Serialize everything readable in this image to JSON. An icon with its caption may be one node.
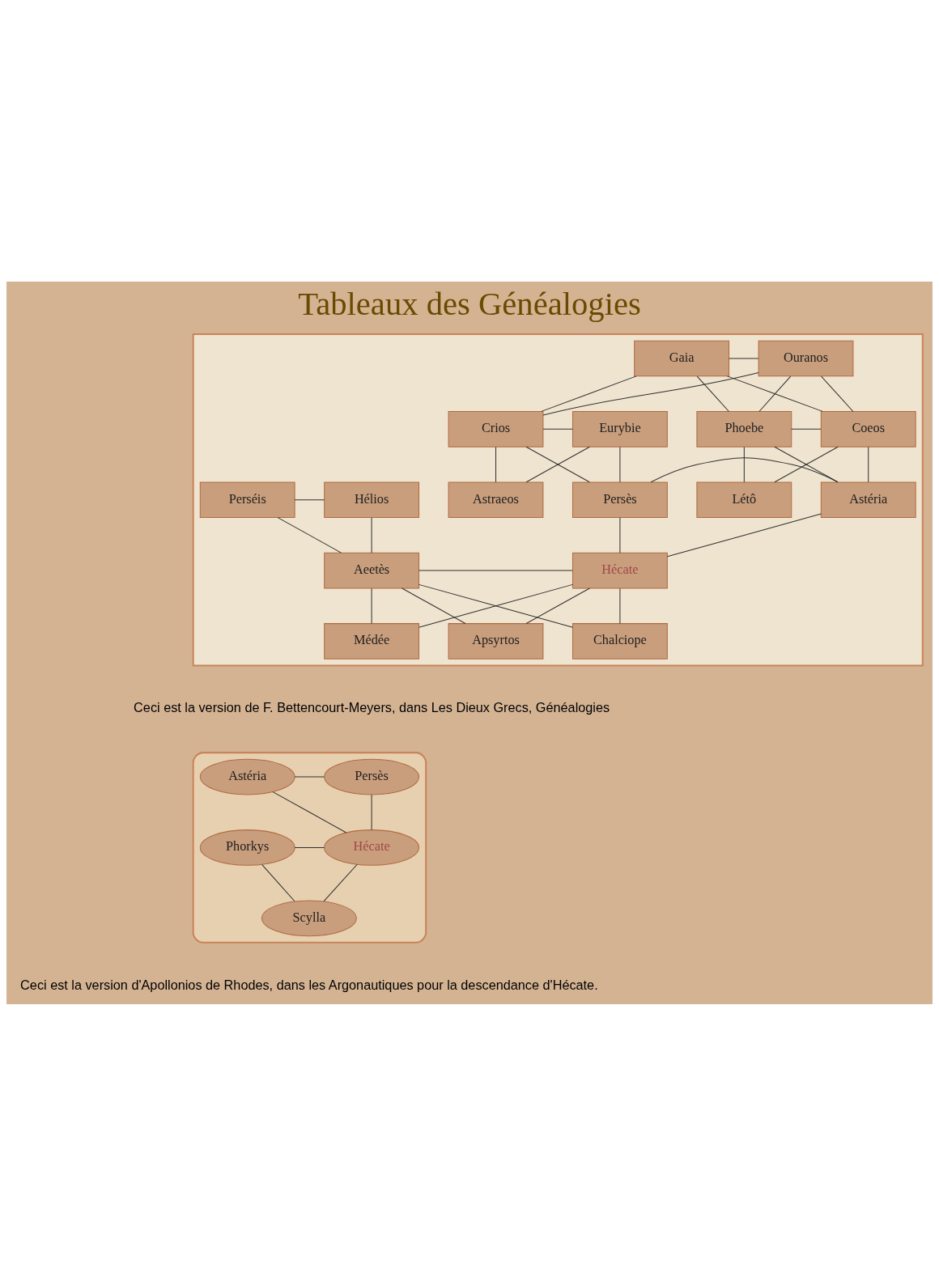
{
  "diagram": {
    "title": "Tableaux des Généalogies",
    "nodes": [
      {
        "text": [],
        "shape": "box"
      },
      {
        "text": [
          "Ouranos"
        ],
        "in": 0
      },
      {
        "text": [
          "Gaia"
        ],
        "in": 0
      },
      {
        "text": [
          "Eurybie"
        ],
        "in": 0
      },
      {
        "text": [
          "Crios"
        ],
        "in": 0
      },
      {
        "text": [
          "Coeos"
        ],
        "in": 0
      },
      {
        "text": [
          "Phoebe"
        ],
        "in": 0
      },
      {
        "text": [
          "Astraeos"
        ],
        "in": 0
      },
      {
        "text": [
          "Persès"
        ],
        "in": 0
      },
      {
        "text": [
          "Létô"
        ],
        "in": 0
      },
      {
        "text": [
          "Astéria"
        ],
        "in": 0
      },
      {
        "text": [
          "Hélios"
        ],
        "in": 0
      },
      {
        "text": [
          "Perséis"
        ],
        "in": 0
      },
      {
        "text": [
          "Hécate"
        ],
        "in": 0
      },
      {
        "text": [
          "Aeetès"
        ],
        "in": 0
      },
      {
        "text": [
          "Apsyrtos"
        ],
        "in": 0
      },
      {
        "text": [
          "Chalciope"
        ],
        "in": 0
      },
      {
        "text": [
          "Médée"
        ],
        "in": 0
      },
      {
        "text": [],
        "shape": "ellipse"
      },
      {
        "text": [
          "Persès"
        ],
        "in": 18
      },
      {
        "text": [
          "Astéria"
        ],
        "in": 18
      },
      {
        "text": [
          "Hécate"
        ],
        "in": 18
      },
      {
        "text": [
          "Phorkys"
        ],
        "in": 18
      },
      {
        "text": [
          "Scylla"
        ],
        "in": 18
      }
    ],
    "edges": [
      {
        "from": 1,
        "to": 2,
        "arrow": "none"
      },
      {
        "from": 1,
        "to": 4,
        "arrow": "none"
      },
      {
        "from": 2,
        "to": 4,
        "arrow": "none"
      },
      {
        "from": 1,
        "to": 5,
        "arrow": "none"
      },
      {
        "from": 2,
        "to": 5,
        "arrow": "none"
      },
      {
        "from": 1,
        "to": 6,
        "arrow": "none"
      },
      {
        "from": 2,
        "to": 6,
        "arrow": "none"
      },
      {
        "from": 3,
        "to": 4,
        "arrow": "none"
      },
      {
        "from": 3,
        "to": 7,
        "arrow": "none"
      },
      {
        "from": 4,
        "to": 7,
        "arrow": "none"
      },
      {
        "from": 3,
        "to": 8,
        "arrow": "none"
      },
      {
        "from": 4,
        "to": 8,
        "arrow": "none"
      },
      {
        "from": 5,
        "to": 6,
        "arrow": "none"
      },
      {
        "from": 5,
        "to": 9,
        "arrow": "none"
      },
      {
        "from": 6,
        "to": 9,
        "arrow": "none"
      },
      {
        "from": 5,
        "to": 10,
        "arrow": "none"
      },
      {
        "from": 6,
        "to": 10,
        "arrow": "none"
      },
      {
        "from": 8,
        "to": 10,
        "arrow": "none"
      },
      {
        "from": 8,
        "to": 13,
        "arrow": "none"
      },
      {
        "from": 10,
        "to": 13,
        "arrow": "none"
      },
      {
        "from": 11,
        "to": 12,
        "arrow": "none"
      },
      {
        "from": 11,
        "to": 14,
        "arrow": "none"
      },
      {
        "from": 12,
        "to": 14,
        "arrow": "none"
      },
      {
        "from": 13,
        "to": 14,
        "arrow": "none"
      },
      {
        "from": 13,
        "to": 15,
        "arrow": "none"
      },
      {
        "from": 14,
        "to": 15,
        "arrow": "none"
      },
      {
        "from": 13,
        "to": 16,
        "arrow": "none"
      },
      {
        "from": 14,
        "to": 16,
        "arrow": "none"
      },
      {
        "from": 13,
        "to": 17,
        "arrow": "none"
      },
      {
        "from": 14,
        "to": 17,
        "arrow": "none"
      },
      {
        "from": 19,
        "to": 20,
        "arrow": "none"
      },
      {
        "from": 19,
        "to": 21,
        "arrow": "none"
      },
      {
        "from": 20,
        "to": 21,
        "arrow": "none"
      },
      {
        "from": 21,
        "to": 22,
        "arrow": "none"
      },
      {
        "from": 21,
        "to": 23,
        "arrow": "none"
      },
      {
        "from": 22,
        "to": 23,
        "arrow": "none"
      }
    ],
    "labels": [
      "Ceci est la version de F. Bettencourt-Meyers, dans Les Dieux Grecs, Généalogies",
      "Ceci est la version d'Apollonios de Rhodes, dans les Argonautiques pour la descendance d'Hécate."
    ]
  }
}
